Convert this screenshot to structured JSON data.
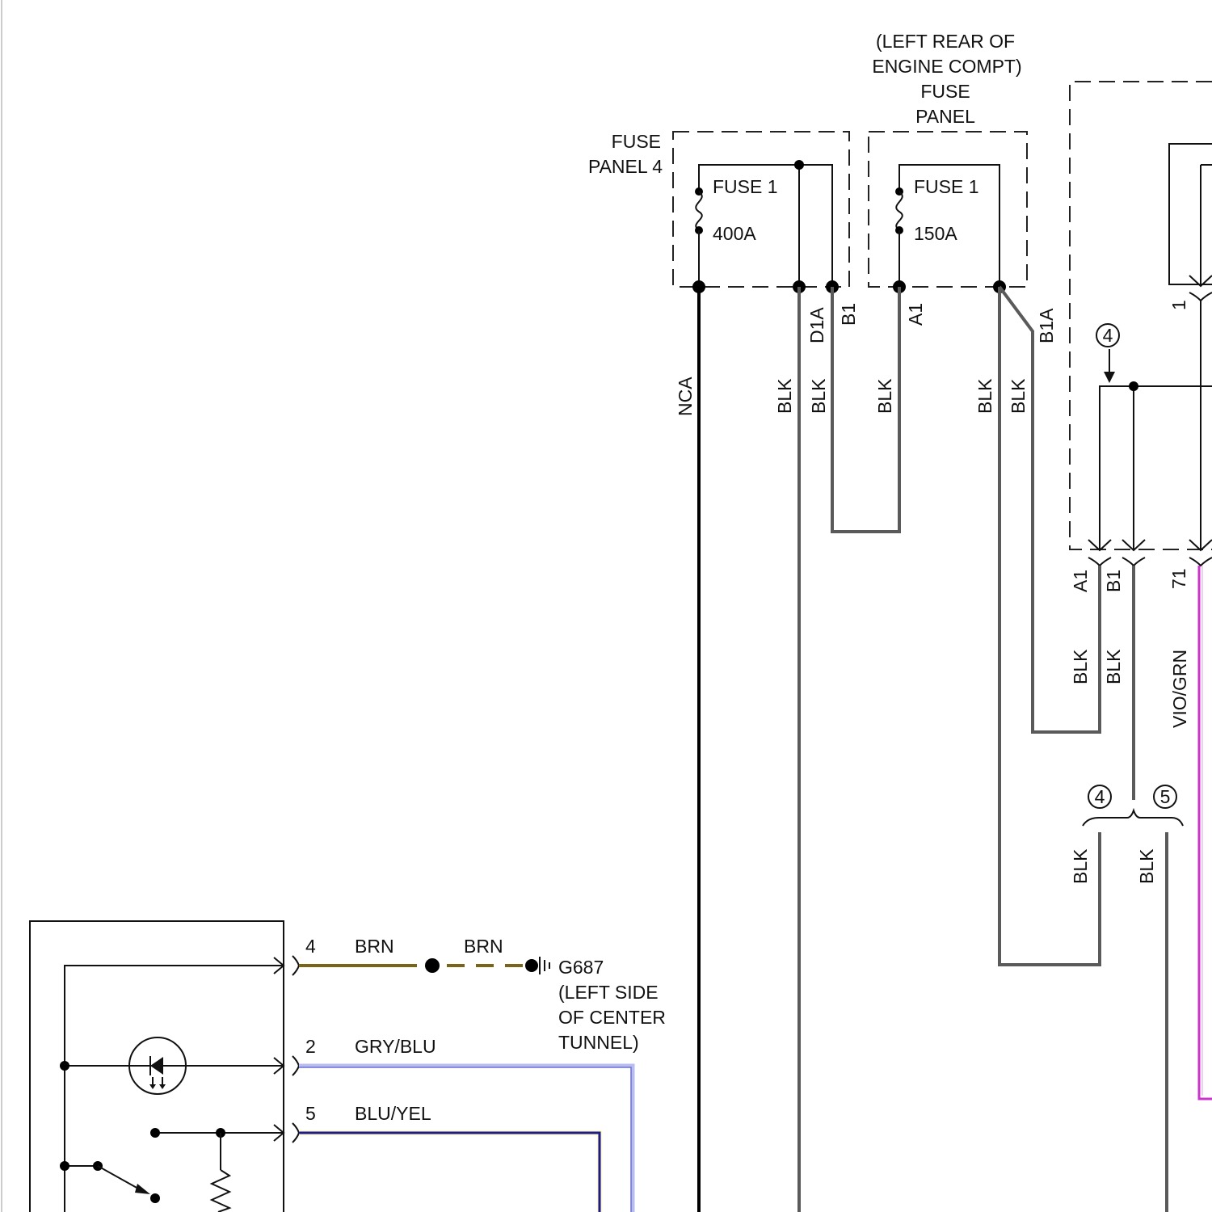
{
  "diagram": {
    "fuse_panel_4": {
      "name_line1": "FUSE",
      "name_line2": "PANEL 4",
      "fuse_label": "FUSE 1",
      "fuse_rating": "400A"
    },
    "fuse_panel_engine": {
      "location_line1": "(LEFT REAR OF",
      "location_line2": "ENGINE COMPT)",
      "name_line1": "FUSE",
      "name_line2": "PANEL",
      "fuse_label": "FUSE 1",
      "fuse_rating": "150A"
    },
    "terminals": {
      "d1a": "D1A",
      "b1": "B1",
      "a1": "A1",
      "b1a": "B1A",
      "conn_a1": "A1",
      "conn_b1": "B1",
      "conn_1": "1",
      "conn_71": "71"
    },
    "wire_labels": {
      "nca": "NCA",
      "blk_1": "BLK",
      "blk_2": "BLK",
      "blk_3": "BLK",
      "blk_4": "BLK",
      "blk_5": "BLK",
      "blk_6": "BLK",
      "blk_7": "BLK",
      "blk_8": "BLK",
      "blk_9": "BLK",
      "vio_grn": "VIO/GRN",
      "brn_1": "BRN",
      "brn_2": "BRN",
      "gry_blu": "GRY/BLU",
      "blu_yel": "BLU/YEL"
    },
    "pin_numbers": {
      "pin_4": "4",
      "pin_2": "2",
      "pin_5": "5"
    },
    "reference_circles": {
      "ref_a": "4",
      "ref_b": "4",
      "ref_c": "5"
    },
    "ground": {
      "id": "G687",
      "location_line1": "(LEFT SIDE",
      "location_line2": "OF CENTER",
      "location_line3": "TUNNEL)"
    },
    "colors": {
      "blk_wire": "#5a5a5a",
      "nca_wire": "#000000",
      "brn_wire": "#7a6418",
      "gry_blu_wire": "#9aa0e0",
      "blu_yel_wire": "#1a1a9a",
      "vio_grn_wire": "#cc33cc"
    }
  }
}
